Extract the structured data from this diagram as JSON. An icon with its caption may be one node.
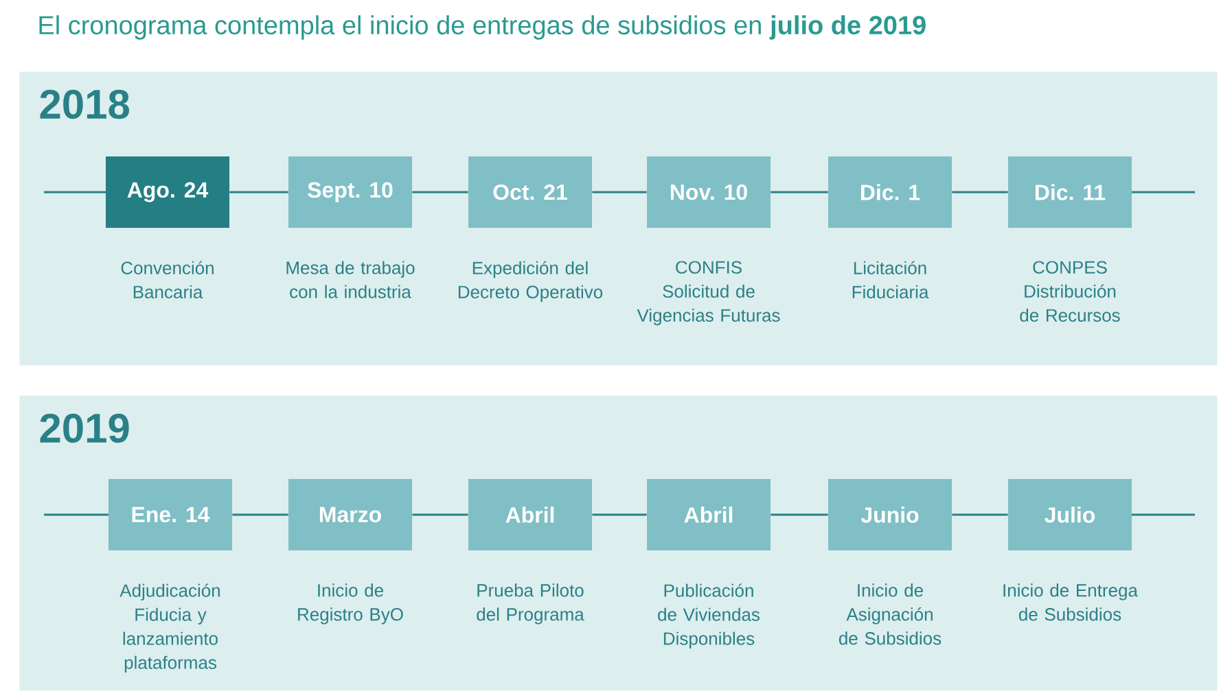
{
  "diagram": {
    "title": "El cronograma contempla el inicio de entregas de subsidios en **julio de 2019**",
    "nodes": [
      {
        "text": [
          "2018"
        ]
      },
      {
        "text": [
          "Ago. 24"
        ],
        "in": 0,
        "beside": [
          "Convención Bancaria"
        ]
      },
      {
        "text": [
          "Sept. 10"
        ],
        "in": 0,
        "beside": [
          "Mesa de trabajo con la industria"
        ]
      },
      {
        "text": [
          "Oct. 21"
        ],
        "in": 0,
        "beside": [
          "Expedición del Decreto Operativo"
        ]
      },
      {
        "text": [
          "Nov. 10"
        ],
        "in": 0,
        "beside": [
          "CONFIS Solicitud de Vigencias Futuras"
        ]
      },
      {
        "text": [
          "Dic. 1"
        ],
        "in": 0,
        "beside": [
          "Licitación Fiduciaria"
        ]
      },
      {
        "text": [
          "Dic. 11"
        ],
        "in": 0,
        "beside": [
          "CONPES Distribución de Recursos"
        ]
      },
      {
        "text": [
          "2019"
        ]
      },
      {
        "text": [
          "Ene. 14"
        ],
        "in": 7,
        "beside": [
          "Adjudicación Fiducia y lanzamiento plataformas"
        ]
      },
      {
        "text": [
          "Marzo"
        ],
        "in": 7,
        "beside": [
          "Inicio de Registro ByO"
        ]
      },
      {
        "text": [
          "Abril"
        ],
        "in": 7,
        "beside": [
          "Prueba Piloto del Programa"
        ]
      },
      {
        "text": [
          "Abril"
        ],
        "in": 7,
        "beside": [
          "Publicación de Viviendas Disponibles"
        ]
      },
      {
        "text": [
          "Junio"
        ],
        "in": 7,
        "beside": [
          "Inicio de Asignación de Subsidios"
        ]
      },
      {
        "text": [
          "Julio"
        ],
        "in": 7,
        "beside": [
          "Inicio de Entrega de Subsidios"
        ]
      }
    ],
    "edges": [
      {
        "from": 1,
        "to": 2,
        "arrow": "none"
      },
      {
        "from": 2,
        "to": 3,
        "arrow": "none"
      },
      {
        "from": 3,
        "to": 4,
        "arrow": "none"
      },
      {
        "from": 4,
        "to": 5,
        "arrow": "none"
      },
      {
        "from": 5,
        "to": 6,
        "arrow": "none"
      },
      {
        "from": 8,
        "to": 9,
        "arrow": "none"
      },
      {
        "from": 9,
        "to": 10,
        "arrow": "none"
      },
      {
        "from": 10,
        "to": 11,
        "arrow": "none"
      },
      {
        "from": 11,
        "to": 12,
        "arrow": "none"
      },
      {
        "from": 12,
        "to": 13,
        "arrow": "none"
      }
    ]
  }
}
